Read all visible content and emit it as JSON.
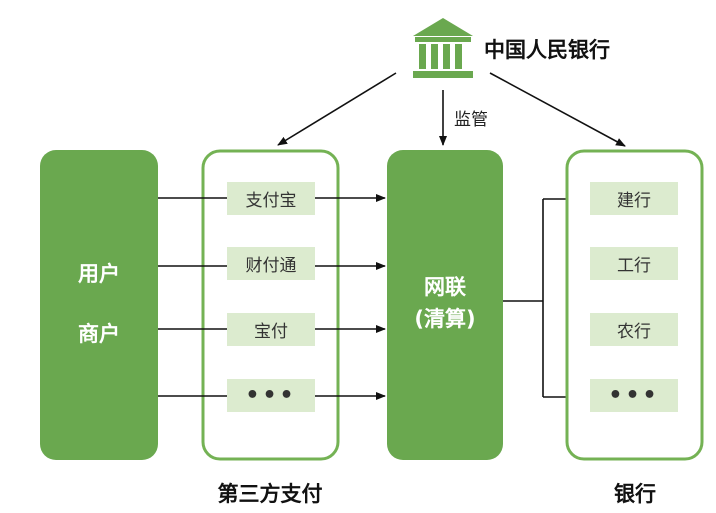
{
  "colors": {
    "primary_green": "#6aa84f",
    "pill_fill": "#dcebcf",
    "border_green": "#74b254",
    "arrow": "#111111"
  },
  "regulator": {
    "icon": "bank-building-icon",
    "name": "中国人民银行"
  },
  "supervision_label": "监管",
  "users_box": {
    "line1": "用户",
    "line2": "商户"
  },
  "third_party": {
    "caption": "第三方支付",
    "items": [
      "支付宝",
      "财付通",
      "宝付",
      "•••"
    ]
  },
  "clearing": {
    "line1": "网联",
    "line2": "(清算)"
  },
  "banks": {
    "caption": "银行",
    "items": [
      "建行",
      "工行",
      "农行",
      "•••"
    ]
  }
}
